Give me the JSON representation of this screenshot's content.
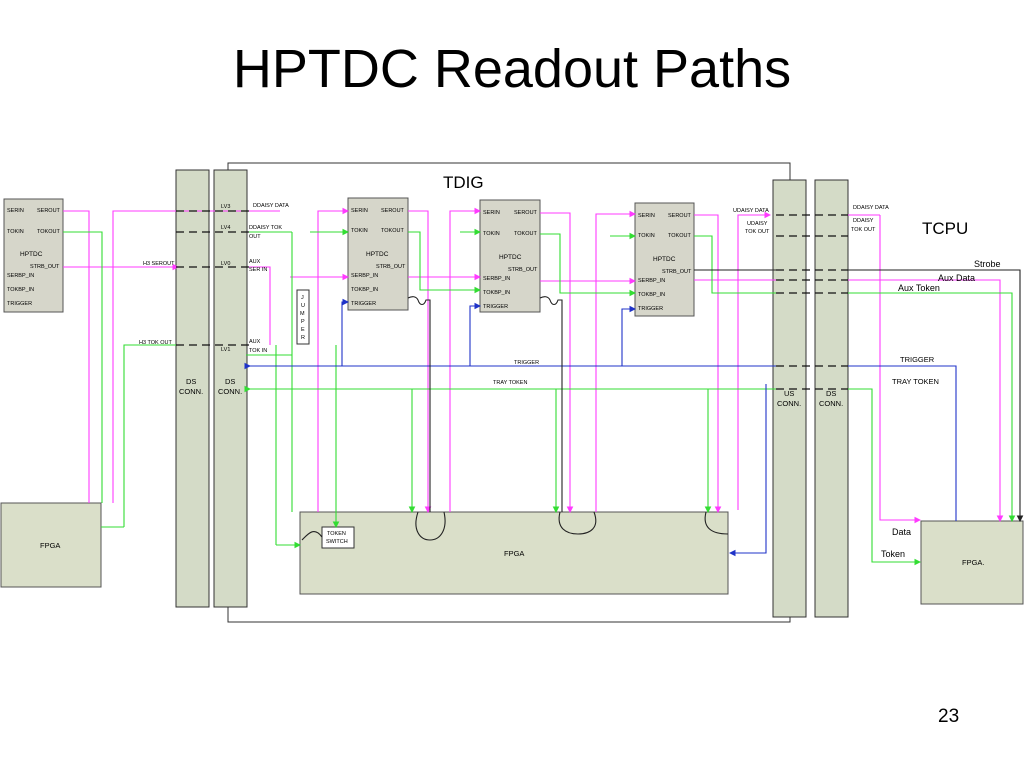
{
  "slide": {
    "title": "HPTDC Readout Paths",
    "page_number": "23"
  },
  "diagram": {
    "tdig_label": "TDIG",
    "tcpu_label": "TCPU",
    "hptdc_chip": {
      "title": "HPTDC",
      "serin": "SERIN",
      "serout": "SEROUT",
      "tokin": "TOKIN",
      "tokout": "TOKOUT",
      "strb_out": "STRB_OUT",
      "serbp_in": "SERBP_IN",
      "tokbp_in": "TOKBP_IN",
      "trigger": "TRIGGER"
    },
    "fpga_left": "FPGA",
    "fpga_center": "FPGA",
    "fpga_right": "FPGA.",
    "token_switch": [
      "TOKEN",
      "SWITCH"
    ],
    "jumper_letters": [
      "J",
      "U",
      "M",
      "P",
      "E",
      "R"
    ],
    "connectors": {
      "ds_conn": [
        "DS",
        "CONN."
      ],
      "us_conn": [
        "US",
        "CONN."
      ]
    },
    "left_signals": {
      "h3_serout": "H3 SEROUT",
      "h3_tok_out": "H3 TOK OUT",
      "lv3": "LV3",
      "lv4": "LV4",
      "lv0": "LV0",
      "lv1": "LV1",
      "ddaisy_data": "DDAISY DATA",
      "ddaisy_tok_out": [
        "DDAISY TOK",
        "OUT"
      ],
      "aux_ser_in": [
        "AUX",
        "SER IN"
      ],
      "aux_tok_in": [
        "AUX",
        "TOK IN"
      ]
    },
    "bus_labels": {
      "trigger": "TRIGGER",
      "tray_token": "TRAY TOKEN"
    },
    "right_signals": {
      "udaisy_data": "UDAISY DATA",
      "udaisy_tok_out": [
        "UDAISY",
        "TOK OUT"
      ],
      "ddaisy_data": "DDAISY DATA",
      "ddaisy_tok_out": [
        "DDAISY",
        "TOK OUT"
      ],
      "strobe": "Strobe",
      "aux_data": "Aux Data",
      "aux_token": "Aux Token",
      "trigger": "TRIGGER",
      "tray_token": "TRAY TOKEN",
      "data": "Data",
      "token": "Token"
    },
    "colors": {
      "data_line": "#ff3bff",
      "token_line": "#33dd33",
      "trigger_line": "#1f33c8",
      "block_fill": "#dadfc9"
    }
  }
}
